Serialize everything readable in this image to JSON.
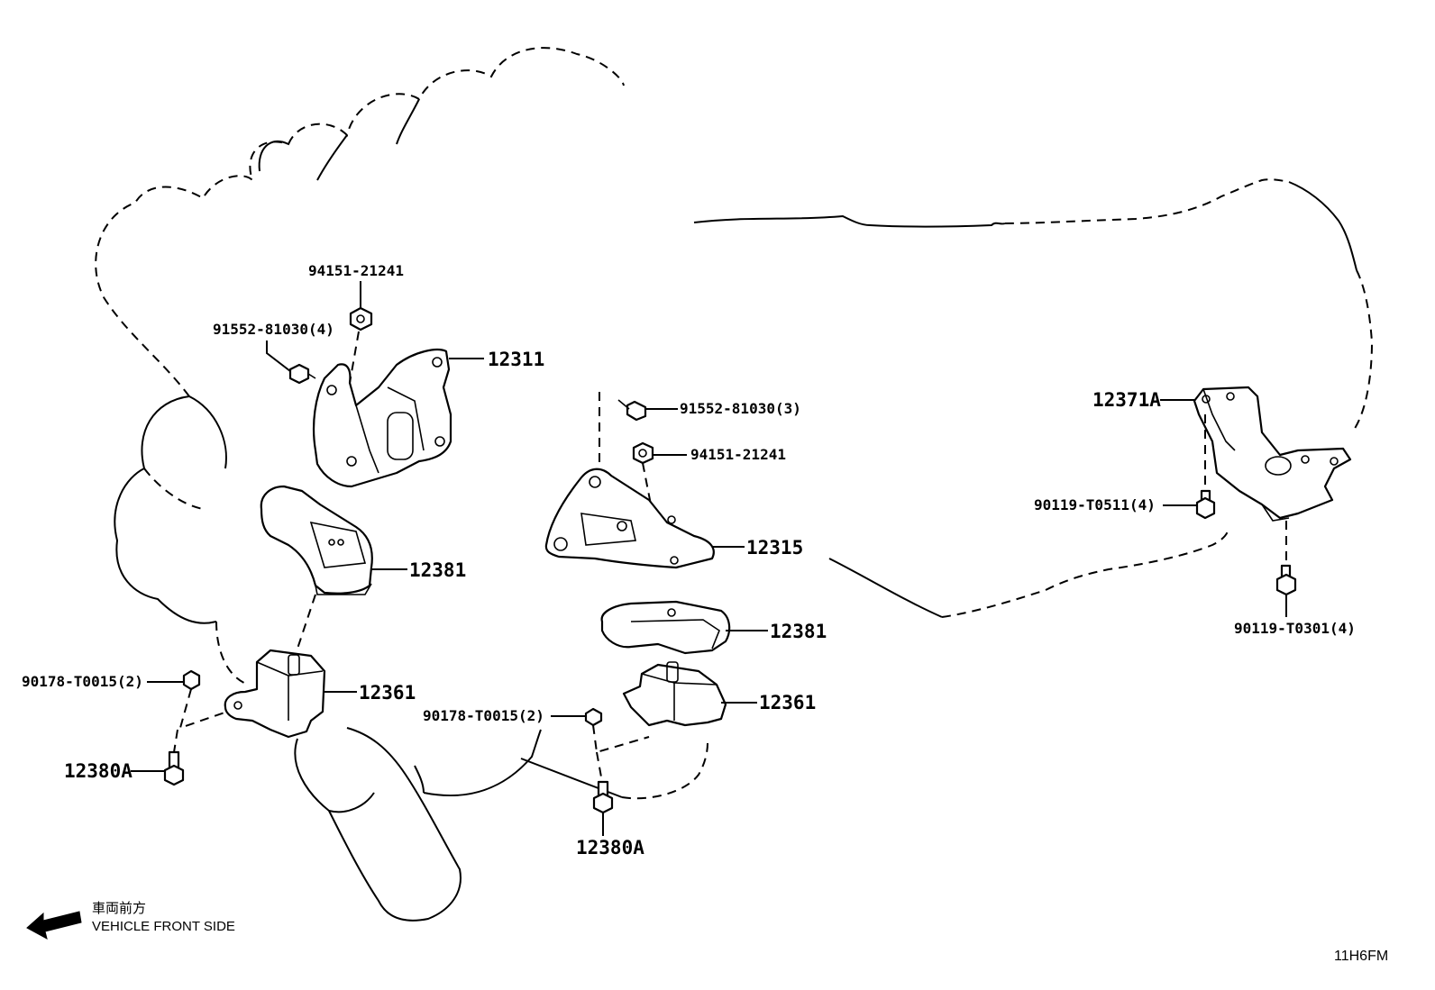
{
  "callouts": {
    "c1": "94151-21241",
    "c2": "91552-81030(4)",
    "c3": "12311",
    "c4": "12381",
    "c5": "90178-T0015(2)",
    "c6": "12361",
    "c7": "12380A",
    "c8": "91552-81030(3)",
    "c9": "94151-21241",
    "c10": "12315",
    "c11": "12381",
    "c12": "90178-T0015(2)",
    "c13": "12361",
    "c14": "12380A",
    "c15": "12371A",
    "c16": "90119-T0511(4)",
    "c17": "90119-T0301(4)"
  },
  "direction": {
    "japanese": "車両前方",
    "english": "VEHICLE FRONT SIDE"
  },
  "diagram_code": "11H6FM"
}
